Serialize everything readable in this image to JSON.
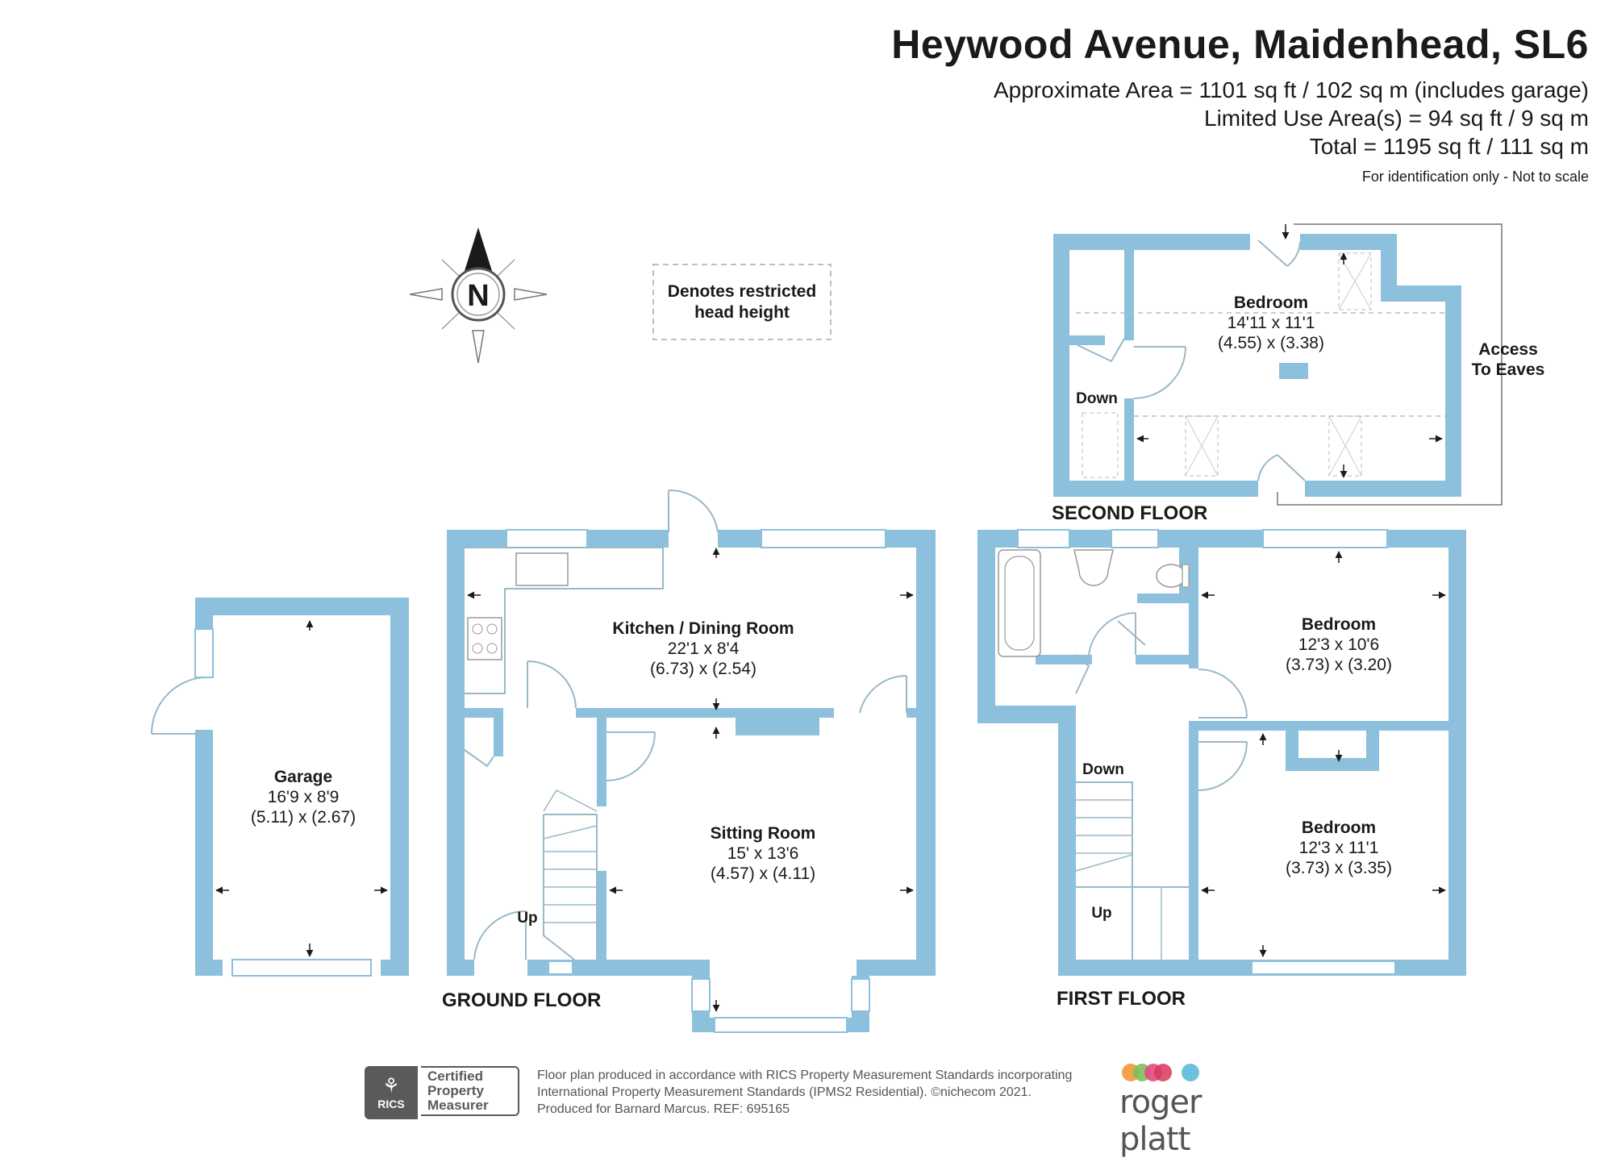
{
  "header": {
    "title": "Heywood Avenue, Maidenhead, SL6",
    "area_line1": "Approximate Area = 1101 sq ft / 102 sq m (includes garage)",
    "area_line2": "Limited Use Area(s) = 94 sq ft / 9 sq m",
    "area_line3": "Total = 1195 sq ft / 111 sq m",
    "disclaimer": "For identification only - Not to scale"
  },
  "compass": {
    "letter": "N"
  },
  "legend": {
    "line1": "Denotes restricted",
    "line2": "head height"
  },
  "floors": {
    "ground": {
      "label": "GROUND FLOOR",
      "stairs": "Up",
      "kitchen": {
        "name": "Kitchen / Dining Room",
        "imperial": "22'1 x 8'4",
        "metric": "(6.73) x (2.54)"
      },
      "sitting": {
        "name": "Sitting Room",
        "imperial": "15' x 13'6",
        "metric": "(4.57) x (4.11)"
      }
    },
    "garage": {
      "name": "Garage",
      "imperial": "16'9 x 8'9",
      "metric": "(5.11) x (2.67)"
    },
    "first": {
      "label": "FIRST FLOOR",
      "stairs_down": "Down",
      "stairs_up": "Up",
      "bedroom1": {
        "name": "Bedroom",
        "imperial": "12'3 x 10'6",
        "metric": "(3.73) x (3.20)"
      },
      "bedroom2": {
        "name": "Bedroom",
        "imperial": "12'3 x 11'1",
        "metric": "(3.73) x (3.35)"
      }
    },
    "second": {
      "label": "SECOND FLOOR",
      "stairs_down": "Down",
      "bedroom": {
        "name": "Bedroom",
        "imperial": "14'11 x 11'1",
        "metric": "(4.55) x (3.38)"
      },
      "eaves_line1": "Access",
      "eaves_line2": "To Eaves"
    }
  },
  "footer": {
    "line1": "Floor plan produced in accordance with RICS Property Measurement Standards incorporating",
    "line2": "International Property Measurement Standards (IPMS2 Residential).   ©nichecom 2021.",
    "line3": "Produced for Barnard Marcus.   REF:  695165",
    "rics_badge": "RICS",
    "cert_line1": "Certified",
    "cert_line2": "Property",
    "cert_line3": "Measurer",
    "brand": "roger platt"
  },
  "colors": {
    "wall": "#8cc0dc",
    "line": "#9ab8c8",
    "brand_dots": [
      "#f5a04b",
      "#7cbf5a",
      "#d6385c",
      "#e44a7e",
      "#6ec1de"
    ]
  }
}
